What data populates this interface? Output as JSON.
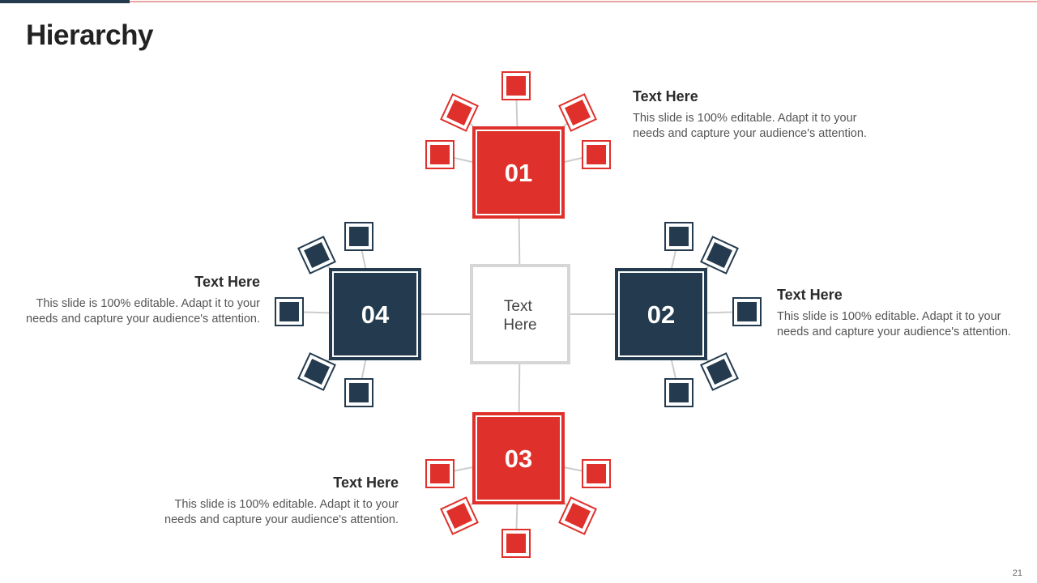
{
  "title": "Hierarchy",
  "center_label": "Text\nHere",
  "nodes": [
    {
      "id": "01",
      "color": "#e0302b"
    },
    {
      "id": "02",
      "color": "#243b4f"
    },
    {
      "id": "03",
      "color": "#e0302b"
    },
    {
      "id": "04",
      "color": "#243b4f"
    }
  ],
  "blocks": {
    "b01": {
      "heading": "Text Here",
      "body": "This slide is 100% editable. Adapt it to your needs and capture your audience's attention."
    },
    "b02": {
      "heading": "Text Here",
      "body": "This slide is 100% editable. Adapt it to your needs and capture your audience's attention."
    },
    "b03": {
      "heading": "Text Here",
      "body": "This slide is 100% editable. Adapt it to your needs and capture your audience's attention."
    },
    "b04": {
      "heading": "Text Here",
      "body": "This slide is 100% editable. Adapt it to your needs and capture your audience's attention."
    }
  },
  "page_number": "21",
  "colors": {
    "red": "#e0302b",
    "navy": "#243b4f",
    "connector": "#cccccc",
    "center_border": "#d6d6d6"
  }
}
